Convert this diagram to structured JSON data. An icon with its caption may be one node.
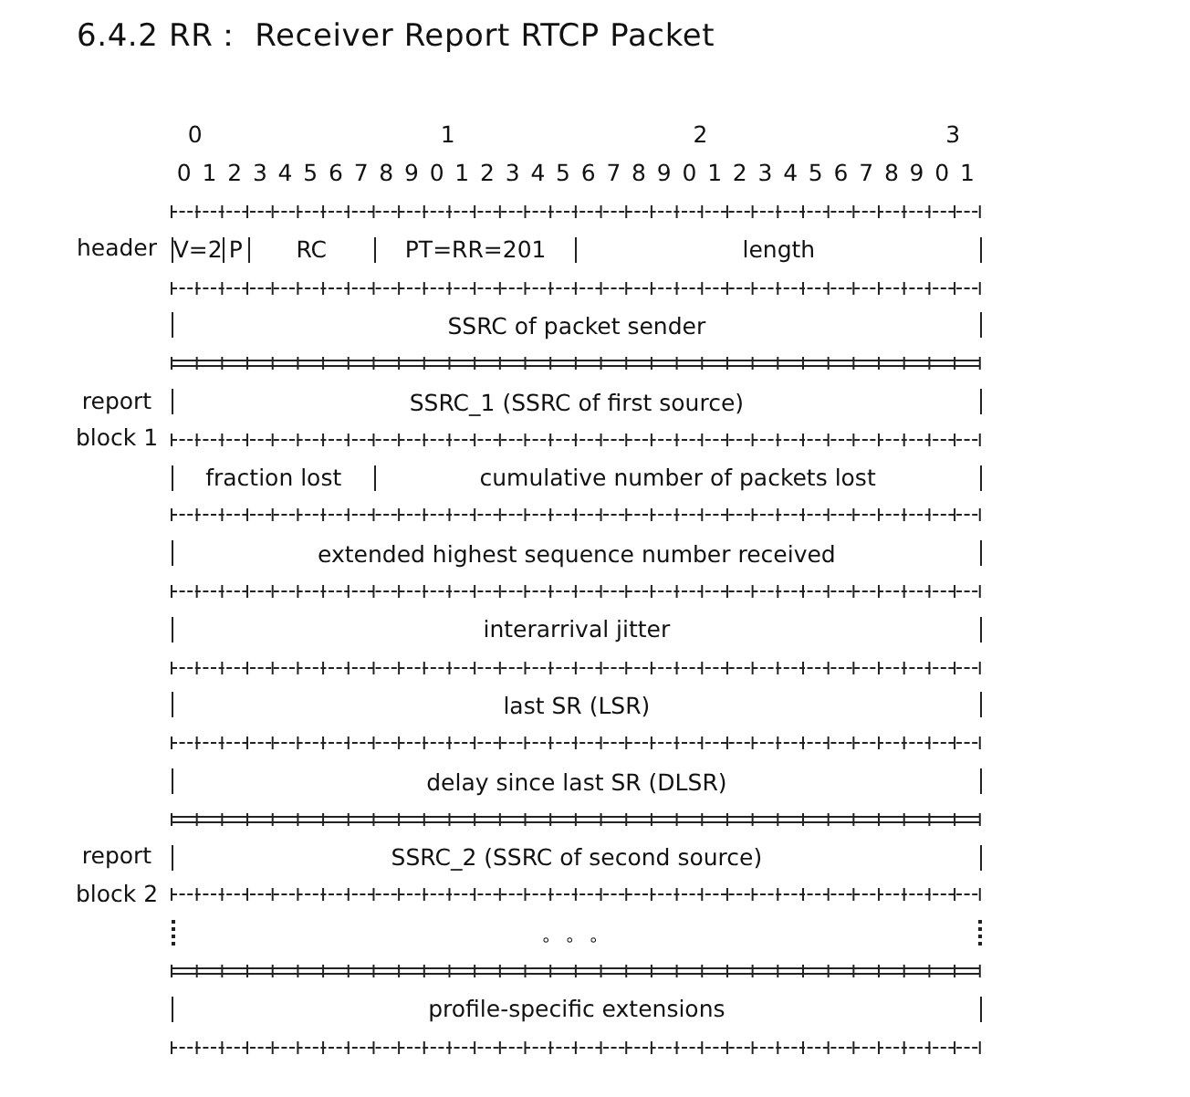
{
  "diagram": {
    "title": "6.4.2 RR： Receiver Report RTCP Packet",
    "nodes": [
      {
        "text": [
          "V=2"
        ]
      },
      {
        "text": [
          "P"
        ]
      },
      {
        "text": [
          "RC"
        ]
      },
      {
        "text": [
          "PT=RR=201"
        ]
      },
      {
        "text": [
          "length"
        ]
      },
      {
        "text": [
          "SSRC of packet sender"
        ]
      },
      {
        "text": [
          "SSRC_1 (SSRC of first source)"
        ]
      },
      {
        "text": [
          "fraction lost"
        ]
      },
      {
        "text": [
          "cumulative number of packets lost"
        ]
      },
      {
        "text": [
          "extended highest sequence number received"
        ]
      },
      {
        "text": [
          "interarrival jitter"
        ]
      },
      {
        "text": [
          "last SR (LSR)"
        ]
      },
      {
        "text": [
          "delay since last SR (DLSR)"
        ]
      },
      {
        "text": [
          "SSRC_2 (SSRC of second source)"
        ]
      },
      {
        "text": [
          "。。。"
        ]
      },
      {
        "text": [
          "profile-specific extensions"
        ]
      }
    ],
    "labels": [
      "0",
      "1",
      "2",
      "3",
      "0 1 2 3 4 5 6 7 8 9 0 1 2 3 4 5 6 7 8 9 0 1 2 3 4 5 6 7 8 9 0 1",
      "header",
      "report block 1",
      "report block 2"
    ]
  }
}
